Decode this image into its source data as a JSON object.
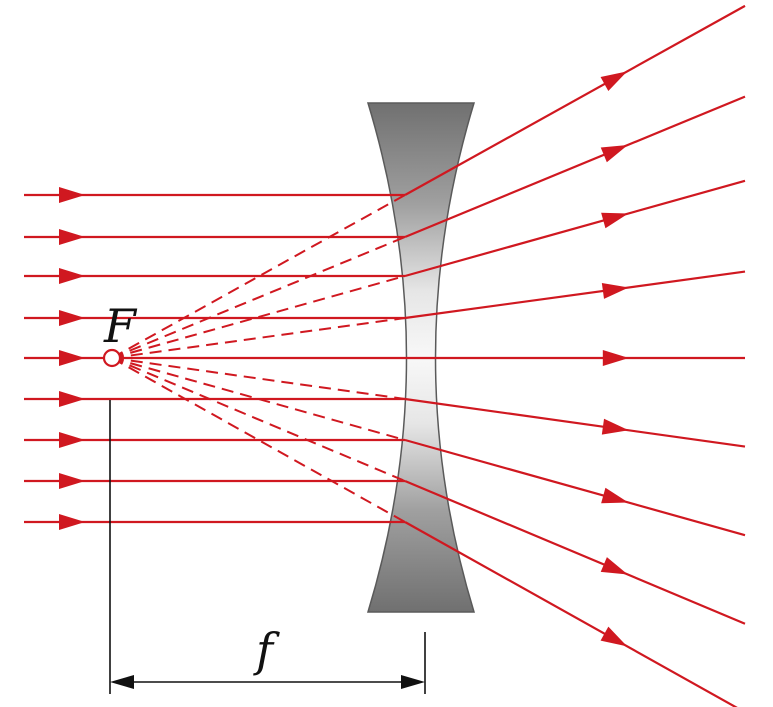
{
  "labels": {
    "focal_point": "F",
    "focal_length": "f"
  },
  "colors": {
    "ray": "#d01820",
    "lens_dark": "#6f6f6f",
    "lens_light": "#f4f4f4",
    "dimension": "#111111"
  },
  "diagram": {
    "lens_type": "concave (diverging)",
    "incoming_ray_count": 9,
    "extensions_style": "dashed back to focal point"
  }
}
